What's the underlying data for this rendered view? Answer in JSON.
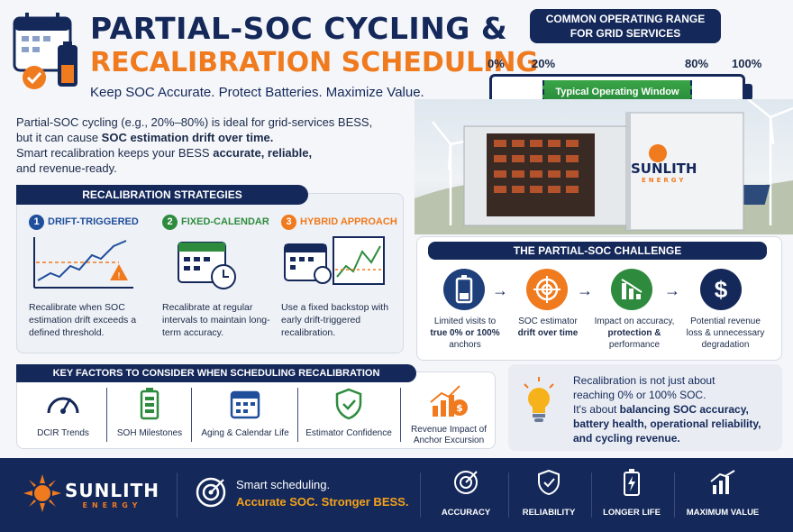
{
  "header": {
    "title_line1": "PARTIAL-SOC CYCLING &",
    "title_line2": "RECALIBRATION SCHEDULING",
    "tagline": "Keep SOC Accurate. Protect Batteries. Maximize Value."
  },
  "intro": {
    "p1": "Partial-SOC cycling (e.g., 20%–80%) is ideal for grid-services BESS,",
    "p2a": "but it can cause ",
    "p2b": "SOC estimation drift over time.",
    "p3": "Smart recalibration keeps your BESS ",
    "p3b": "accurate, reliable,",
    "p4": "and revenue-ready."
  },
  "range": {
    "title_line1": "COMMON OPERATING RANGE",
    "title_line2": "FOR GRID SERVICES",
    "labels": [
      "0%",
      "20%",
      "80%",
      "100%"
    ],
    "window_label": "Typical Operating Window",
    "window_start": 20,
    "window_end": 80
  },
  "brand": {
    "name": "SUNLITH",
    "sub": "ENERGY"
  },
  "strategies": {
    "title": "RECALIBRATION STRATEGIES",
    "items": [
      {
        "num": "1",
        "title": "DRIFT-TRIGGERED",
        "text": "Recalibrate when SOC estimation drift exceeds a defined threshold.",
        "color": "#1f4e9c"
      },
      {
        "num": "2",
        "title": "FIXED-CALENDAR",
        "text": "Recalibrate at regular intervals to maintain long-term accuracy.",
        "color": "#2e8b3e"
      },
      {
        "num": "3",
        "title": "HYBRID APPROACH",
        "text": "Use a fixed backstop with early drift-triggered recalibration.",
        "color": "#f07a1e"
      }
    ]
  },
  "challenge": {
    "title": "THE PARTIAL-SOC CHALLENGE",
    "items": [
      {
        "l1": "Limited visits to",
        "l2": "true 0% or 100%",
        "l3": "anchors"
      },
      {
        "l1": "SOC estimator",
        "l2": "drift over time",
        "l3": ""
      },
      {
        "l1": "Impact on accuracy,",
        "l2": "protection &",
        "l3": "performance"
      },
      {
        "l1": "Potential revenue",
        "l2": "loss & unnecessary",
        "l3": "degradation"
      }
    ]
  },
  "factors": {
    "title": "KEY FACTORS TO CONSIDER WHEN SCHEDULING RECALIBRATION",
    "items": [
      "DCIR Trends",
      "SOH Milestones",
      "Aging & Calendar Life",
      "Estimator Confidence",
      "Revenue Impact of Anchor Excursion"
    ]
  },
  "insight": {
    "l1": "Recalibration is not just about",
    "l2": "reaching 0% or 100% SOC.",
    "l3": "It's about ",
    "l3b": "balancing SOC accuracy,",
    "l4": "battery health, operational reliability,",
    "l5": "and cycling revenue."
  },
  "footer": {
    "slogan1": "Smart scheduling.",
    "slogan2": "Accurate SOC. Stronger BESS.",
    "badges": [
      "ACCURACY",
      "RELIABILITY",
      "LONGER LIFE",
      "MAXIMUM VALUE"
    ]
  }
}
